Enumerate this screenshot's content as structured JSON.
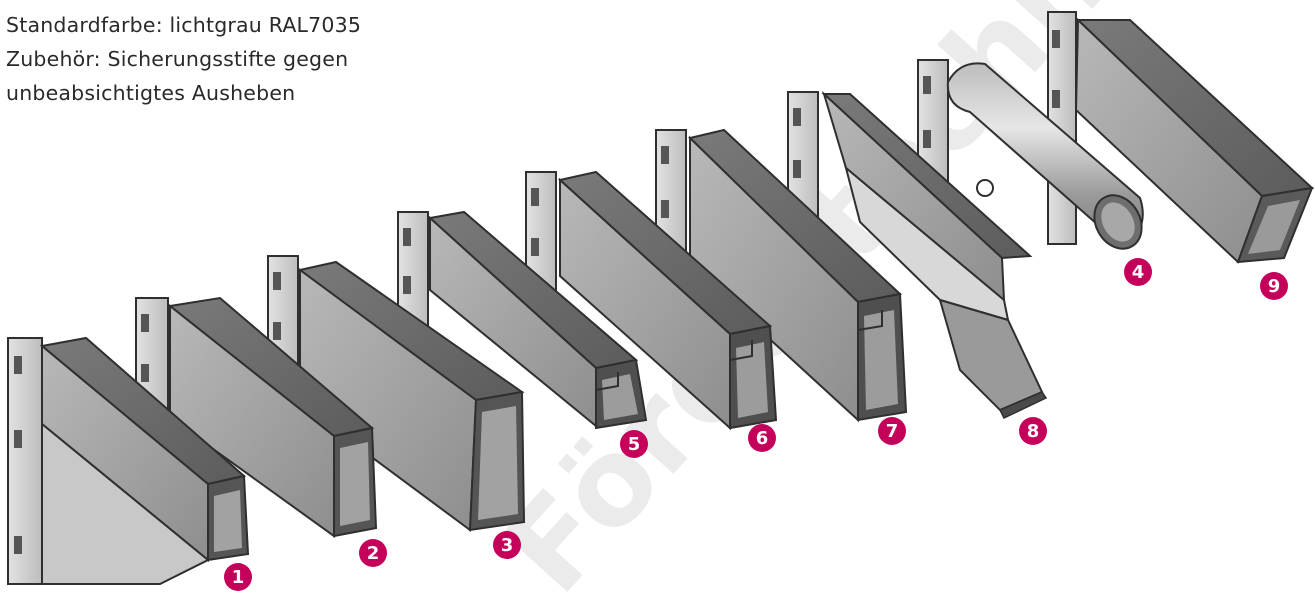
{
  "description": {
    "lines": [
      "Standardfarbe: lichtgrau RAL7035",
      "Zubehör: Sicherungsstifte gegen",
      "unbeabsichtigtes Ausheben"
    ]
  },
  "profiles": [
    {
      "id": "profile-1",
      "callout": "1",
      "shape": "box"
    },
    {
      "id": "profile-2",
      "callout": "2",
      "shape": "box"
    },
    {
      "id": "profile-3",
      "callout": "3",
      "shape": "box"
    },
    {
      "id": "profile-5",
      "callout": "5",
      "shape": "step"
    },
    {
      "id": "profile-6",
      "callout": "6",
      "shape": "step"
    },
    {
      "id": "profile-7",
      "callout": "7",
      "shape": "step"
    },
    {
      "id": "profile-8",
      "callout": "8",
      "shape": "z"
    },
    {
      "id": "profile-4",
      "callout": "4",
      "shape": "tube"
    },
    {
      "id": "profile-9",
      "callout": "9",
      "shape": "channel"
    }
  ],
  "watermark": "Fördertechnik GmbH",
  "colors": {
    "callout": "#c4005a",
    "steel_light": "#c9c9c9",
    "steel_mid": "#9e9e9e",
    "steel_dark": "#6a6a6a",
    "outline": "#2f2f2f",
    "text": "#2a2a2a"
  }
}
